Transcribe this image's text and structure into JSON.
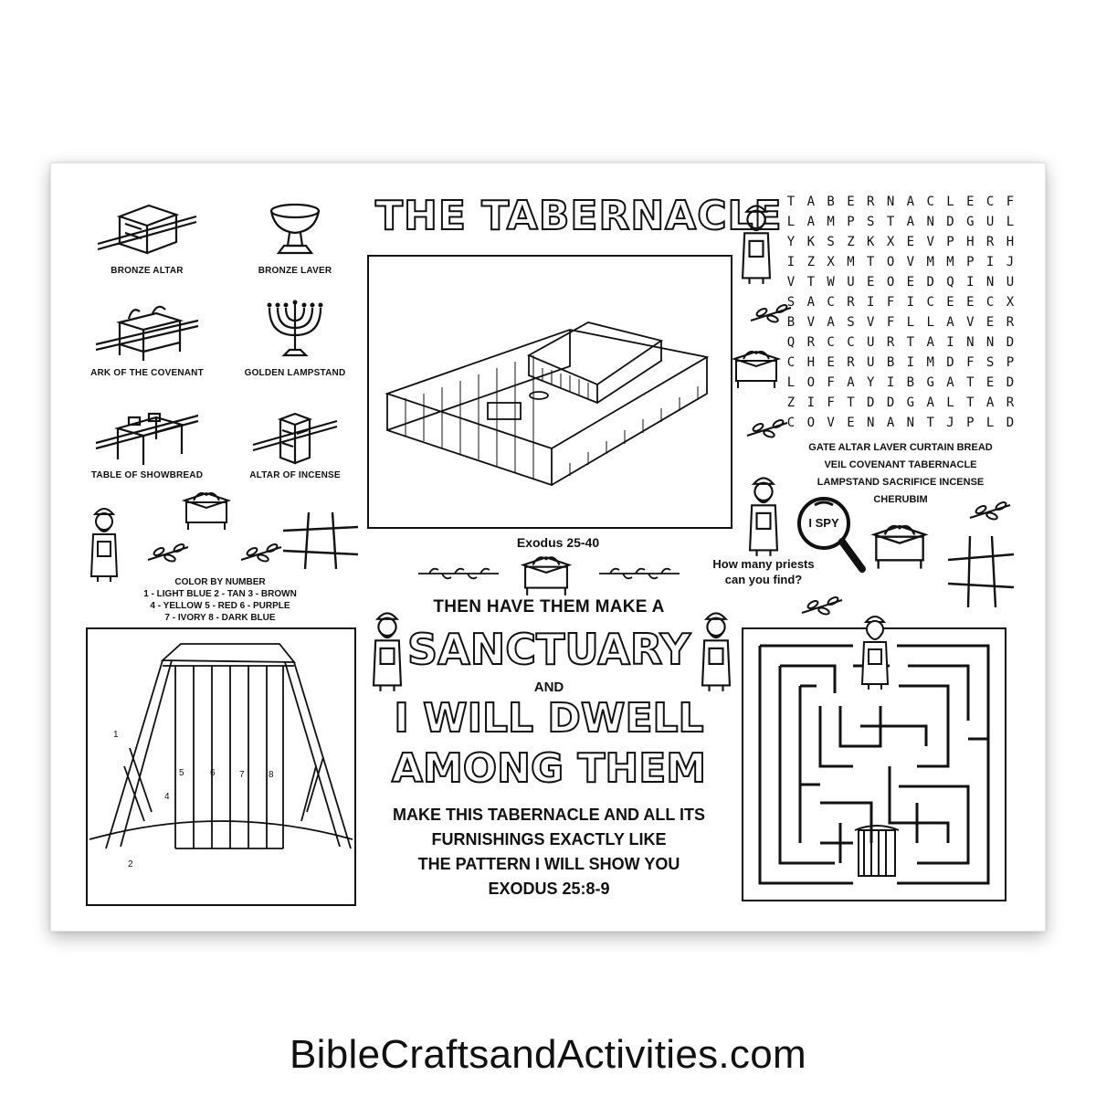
{
  "sheet": {
    "title": "THE TABERNACLE",
    "reference": "Exodus 25-40",
    "furnishings": [
      {
        "label": "BRONZE ALTAR",
        "icon": "altar-icon"
      },
      {
        "label": "BRONZE LAVER",
        "icon": "laver-icon"
      },
      {
        "label": "ARK OF THE COVENANT",
        "icon": "ark-icon"
      },
      {
        "label": "GOLDEN LAMPSTAND",
        "icon": "menorah-icon"
      },
      {
        "label": "TABLE OF SHOWBREAD",
        "icon": "table-icon"
      },
      {
        "label": "ALTAR OF INCENSE",
        "icon": "incense-altar-icon"
      }
    ],
    "word_search": {
      "grid": [
        "TABERNACLECF",
        "LAMPSTANDGUL",
        "YKSZKXEVPHRH",
        "IZXMTOVMMPIJ",
        "VTWUEOEDQINU",
        "SACRIFICEECX",
        "BVASVFLLAVER",
        "QRCCURTAINND",
        "CHERUBIMDFSP",
        "LOFAYIBGATED",
        "ZIFTDDGALTAR",
        "COVENANTJPLD"
      ],
      "word_bank": [
        "GATE ALTAR LAVER CURTAIN BREAD",
        "VEIL COVENANT TABERNACLE",
        "LAMPSTAND SACRIFICE INCENSE",
        "CHERUBIM"
      ]
    },
    "i_spy": {
      "badge": "I SPY",
      "question_line1": "How many priests",
      "question_line2": "can you find?"
    },
    "color_by_number": {
      "title": "COLOR BY NUMBER",
      "lines": [
        "1 - LIGHT BLUE  2 - TAN  3 - BROWN",
        "4 - YELLOW  5 - RED  6 - PURPLE",
        "7 - IVORY  8 - DARK BLUE"
      ],
      "numbers": [
        "1",
        "2",
        "4",
        "5",
        "6",
        "7",
        "8"
      ]
    },
    "verse": {
      "line1": "THEN HAVE THEM MAKE A",
      "line2": "SANCTUARY",
      "line3": "AND",
      "line4": "I WILL DWELL",
      "line5": "AMONG THEM",
      "line6": "MAKE THIS TABERNACLE AND ALL ITS",
      "line7": "FURNISHINGS EXACTLY LIKE",
      "line8": "THE PATTERN I WILL SHOW YOU",
      "line9": "EXODUS 25:8-9"
    }
  },
  "footer": {
    "site": "BibleCraftsandActivities.com"
  }
}
